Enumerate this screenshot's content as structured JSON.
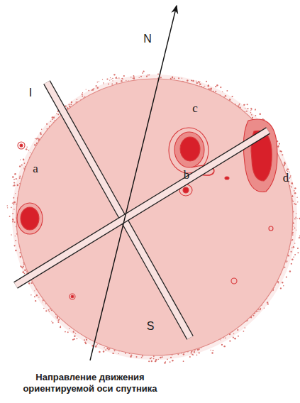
{
  "diagram": {
    "labels": [
      "N",
      "I",
      "c",
      "a",
      "b",
      "d",
      "S",
      "Направление движения ориентируемой оси спутника"
    ]
  }
}
